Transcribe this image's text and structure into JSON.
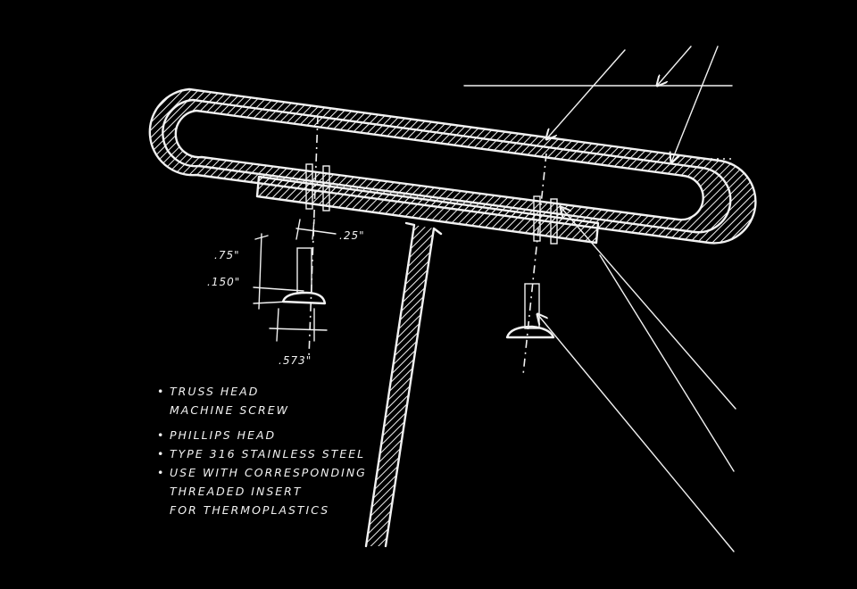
{
  "dimensions": {
    "screw_diameter": ".25\"",
    "shank_length": ".75\"",
    "head_height": ".150\"",
    "head_diameter": ".573\""
  },
  "notes": [
    {
      "lines": [
        "Truss Head",
        "Machine Screw"
      ]
    },
    {
      "lines": [
        "Phillips Head"
      ]
    },
    {
      "lines": [
        "Type 316 Stainless Steel"
      ]
    },
    {
      "lines": [
        "Use with corresponding",
        "Threaded Insert",
        "for Thermoplastics"
      ]
    }
  ],
  "colors": {
    "background": "#000000",
    "ink": "#f2f2f2"
  }
}
